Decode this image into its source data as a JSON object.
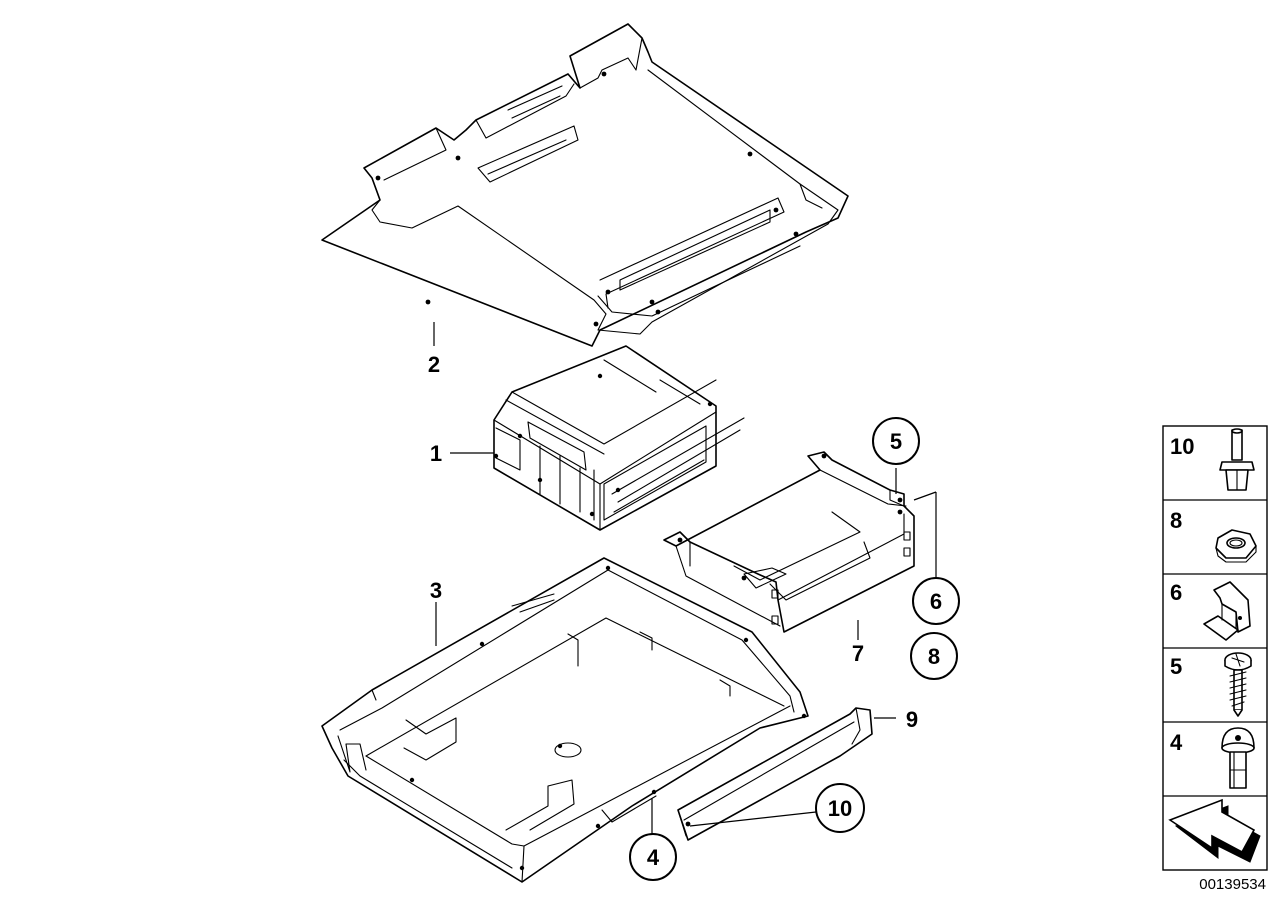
{
  "callouts": {
    "c1": "1",
    "c2": "2",
    "c3": "3",
    "c4": "4",
    "c5": "5",
    "c6": "6",
    "c7": "7",
    "c8": "8",
    "c9": "9",
    "c10": "10"
  },
  "legend": {
    "items": [
      {
        "number": "10",
        "icon": "expanding-rivet-icon"
      },
      {
        "number": "8",
        "icon": "hex-nut-icon"
      },
      {
        "number": "6",
        "icon": "clip-nut-icon"
      },
      {
        "number": "5",
        "icon": "screw-icon"
      },
      {
        "number": "4",
        "icon": "button-bolt-icon"
      }
    ],
    "direction_icon": "front-direction-arrow-icon"
  },
  "diagram_number": "00139534"
}
